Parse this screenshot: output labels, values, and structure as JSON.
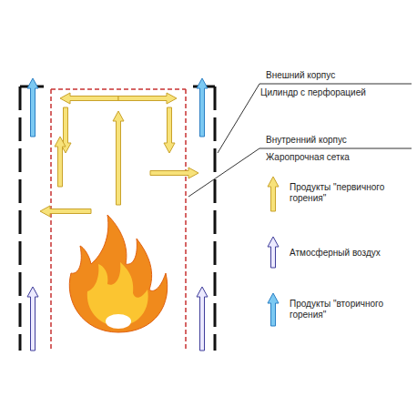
{
  "diagram": {
    "labels": [
      "Внешний корпус",
      "Цилиндр с перфорацией",
      "Внутренний корпус",
      "Жаропрочная сетка"
    ],
    "legend": [
      {
        "text": "Продукты \"первичного горения\""
      },
      {
        "text": "Атмосферный воздух"
      },
      {
        "text": "Продукты \"вторичного горения\""
      }
    ]
  }
}
